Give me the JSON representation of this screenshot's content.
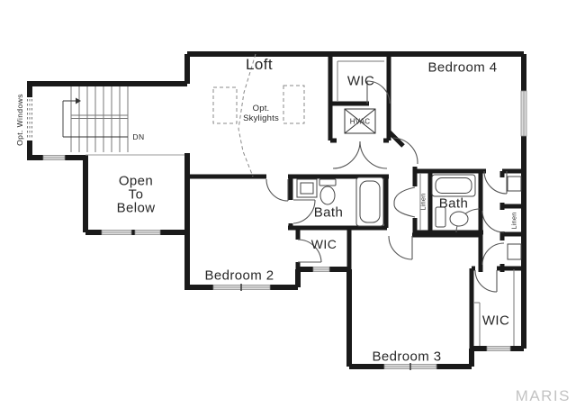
{
  "watermark": "MARIS",
  "rooms": {
    "loft": "Loft",
    "bedroom2": "Bedroom 2",
    "bedroom3": "Bedroom 3",
    "bedroom4": "Bedroom 4",
    "bath_left": "Bath",
    "bath_right": "Bath",
    "wic_loft": "WIC",
    "wic_bedroom2": "WIC",
    "wic_bedroom3": "WIC",
    "open_to_below": {
      "line1": "Open",
      "line2": "To",
      "line3": "Below"
    }
  },
  "annotations": {
    "opt_windows": "Opt. Windows",
    "opt_skylights_line1": "Opt.",
    "opt_skylights_line2": "Skylights",
    "hvac": "HVAC",
    "stairs_down": "DN",
    "linen_left": "Linen",
    "linen_right": "Linen"
  },
  "colors": {
    "wall": "#1a1a1a",
    "door_arc": "#555555",
    "window_fill": "#dcdcdc",
    "dashed_line": "#888888",
    "watermark": "#c3c3c3",
    "label_text": "#262626"
  }
}
